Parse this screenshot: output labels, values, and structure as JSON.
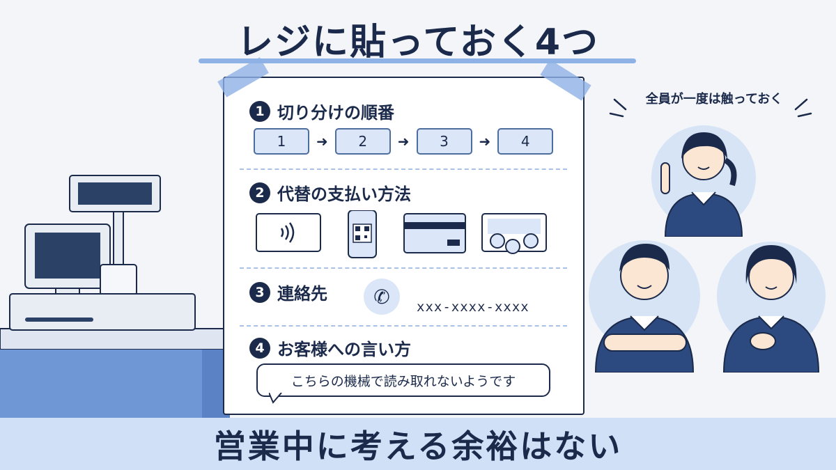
{
  "title": "レジに貼っておく4つ",
  "sections": [
    {
      "number": "1",
      "heading": "切り分けの順番",
      "steps": [
        "1",
        "2",
        "3",
        "4"
      ]
    },
    {
      "number": "2",
      "heading": "代替の支払い方法",
      "methods": [
        "contactless-card-icon",
        "qr-smartphone-icon",
        "credit-card-icon",
        "cash-icon"
      ]
    },
    {
      "number": "3",
      "heading": "連絡先",
      "phone": "xxx-xxxx-xxxx"
    },
    {
      "number": "4",
      "heading": "お客様への言い方",
      "phrase": "こちらの機械で読み取れないようです"
    }
  ],
  "staff_caption": "全員が一度は触っておく",
  "footer": "営業中に考える余裕はない",
  "colors": {
    "navy": "#1b2a4a",
    "accent_blue": "#8fb2e6",
    "light_blue": "#dbe7f8",
    "counter_blue": "#6f97d6"
  }
}
